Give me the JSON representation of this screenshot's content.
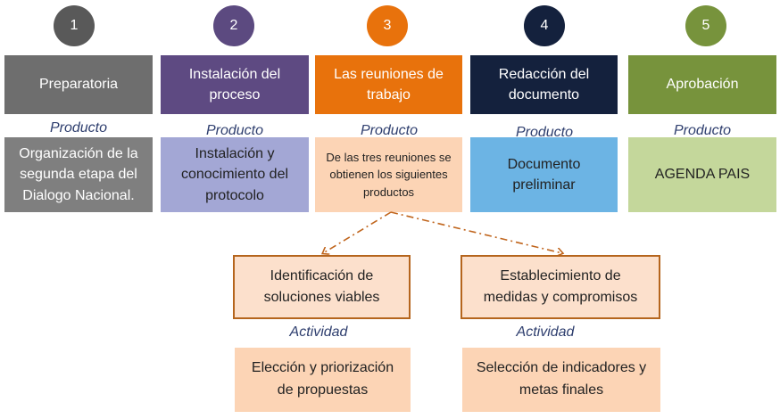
{
  "stages": [
    {
      "number": "1",
      "title": "Preparatoria",
      "product_label": "Producto",
      "product": "Organización de la segunda etapa del Dialogo Nacional.",
      "circle_color": "#595959",
      "head_color": "#6e6e6e",
      "product_color": "#7f7f7f",
      "product_text_color": "#ffffff"
    },
    {
      "number": "2",
      "title": "Instalación del proceso",
      "product_label": "Producto",
      "product": "Instalación y conocimiento del protocolo",
      "circle_color": "#5c4a80",
      "head_color": "#5e4a82",
      "product_color": "#a3a7d5",
      "product_text_color": "#222222"
    },
    {
      "number": "3",
      "title": "Las reuniones de trabajo",
      "product_label": "Producto",
      "product": "De las tres reuniones se obtienen los siguientes productos",
      "circle_color": "#e8720c",
      "head_color": "#e8720c",
      "product_color": "#fcd4b5",
      "product_text_color": "#222222"
    },
    {
      "number": "4",
      "title": "Redacción del documento",
      "product_label": "Producto",
      "product": "Documento preliminar",
      "circle_color": "#14213d",
      "head_color": "#14213d",
      "product_color": "#6cb4e4",
      "product_text_color": "#222222"
    },
    {
      "number": "5",
      "title": "Aprobación",
      "product_label": "Producto",
      "product": "AGENDA PAIS",
      "circle_color": "#77933c",
      "head_color": "#77933c",
      "product_color": "#c4d79b",
      "product_text_color": "#222222"
    }
  ],
  "outcomes": [
    {
      "title": "Identificación de soluciones viables",
      "activity_label": "Actividad",
      "activity": "Elección y priorización de propuestas"
    },
    {
      "title": "Establecimiento de medidas y compromisos",
      "activity_label": "Actividad",
      "activity": "Selección de indicadores y metas finales"
    }
  ],
  "colors": {
    "arrow": "#c0651d",
    "outcome_border": "#b5651d",
    "label_text": "#2e3e6e"
  }
}
